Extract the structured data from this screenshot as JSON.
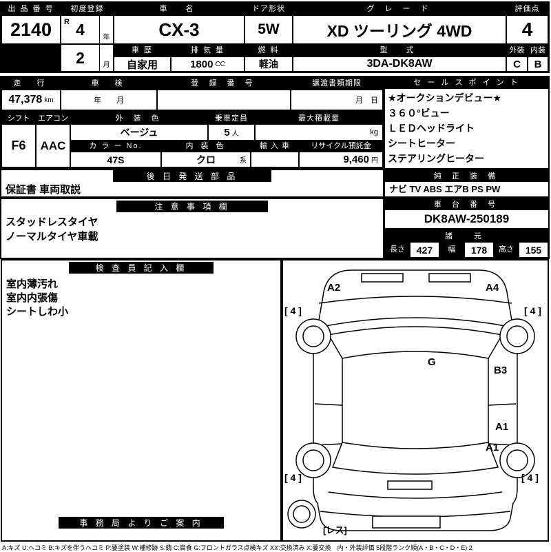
{
  "top": {
    "exhibit": {
      "label": "出 品 番 号",
      "value": "2140"
    },
    "first_reg": {
      "label": "初度登録",
      "era": "R",
      "year": "4",
      "year_unit": "年",
      "month": "2",
      "month_unit": "月"
    },
    "car_name": {
      "label": "車　名",
      "value": "CX-3"
    },
    "door": {
      "label": "ドア形状",
      "value": "5W"
    },
    "grade": {
      "label": "グ レ ー ド",
      "value": "XD ツーリング 4WD"
    },
    "score": {
      "label": "評価点",
      "value": "4"
    },
    "history": {
      "label": "車 歴",
      "value": "自家用"
    },
    "displacement": {
      "label": "排 気 量",
      "value": "1800",
      "unit": "CC"
    },
    "fuel": {
      "label": "燃 料",
      "value": "軽油"
    },
    "model": {
      "label": "型　式",
      "value": "3DA-DK8AW"
    },
    "exterior": {
      "label": "外装",
      "value": "C"
    },
    "interior": {
      "label": "内装",
      "value": "B"
    }
  },
  "mileage_row": {
    "mileage": {
      "label": "走　行",
      "value": "47,378",
      "unit": "km"
    },
    "inspection": {
      "label": "車　検",
      "value": "年　　月"
    },
    "reg_no": {
      "label": "登 録 番 号",
      "value": ""
    },
    "transfer": {
      "label": "譲渡書類期限",
      "value": "月　日"
    }
  },
  "sales_points": {
    "label": "セ ー ル ス ポ イ ン ト",
    "items": [
      "★オークションデビュー★",
      "３６０°ビュー",
      "ＬＥＤヘッドライト",
      "シートヒーター",
      "ステアリングヒーター"
    ]
  },
  "specs": {
    "shift": {
      "label": "シフト",
      "value": "F6"
    },
    "aircon": {
      "label": "エアコン",
      "value": "AAC"
    },
    "ext_color": {
      "label": "外 装 色",
      "value": "ベージュ"
    },
    "capacity": {
      "label": "乗車定員",
      "value": "5",
      "unit": "人"
    },
    "max_load": {
      "label": "最大積載量",
      "unit": "kg"
    },
    "color_no": {
      "label": "カ ラ ー No.",
      "value": "47S"
    },
    "int_color": {
      "label": "内 装 色",
      "value": "クロ",
      "unit": "系"
    },
    "import_car": {
      "label": "輸 入 車",
      "value": ""
    },
    "recycle": {
      "label": "リサイクル預託金",
      "value": "9,460",
      "unit": "円"
    }
  },
  "later_parts": {
    "label": "後 日 発 送 部 品",
    "value": "保証書 車両取説"
  },
  "equipment": {
    "label": "純 正 装 備",
    "value": "ナビ TV ABS エアB PS PW"
  },
  "notes": {
    "label": "注 意 事 項 欄",
    "items": [
      "スタッドレスタイヤ",
      "ノーマルタイヤ車載"
    ]
  },
  "chassis": {
    "label": "車 台 番 号",
    "value": "DK8AW-250189"
  },
  "dimensions": {
    "label": "諸　元",
    "length_label": "長さ",
    "length": "427",
    "width_label": "幅",
    "width": "178",
    "height_label": "高さ",
    "height": "155"
  },
  "inspector": {
    "label": "検 査 員 記 入 欄",
    "items": [
      "室内薄汚れ",
      "室内内張傷",
      "シートしわ小"
    ]
  },
  "office": {
    "label": "事 務 局 よ り ご 案 内"
  },
  "diagram": {
    "front_left": "A2",
    "front_right": "A4",
    "tire_front_left": "[ 4 ]",
    "tire_front_right": "[ 4 ]",
    "tire_rear_left": "[ 4 ]",
    "tire_rear_right": "[ 4 ]",
    "windshield": "G",
    "door_right": "B3",
    "quarter_right_1": "A1",
    "quarter_right_2": "A1",
    "spare": "[レス]"
  },
  "legend": "A:キズ U:ヘコミ B:キズを伴うヘコミ P:要塗装 W:補修跡 S:錆 C:腐食 G:フロントガラス点検キズ XX:交換済み X:要交換　内・外装評価 5段階ランク順(A・B・C・D・E) 2"
}
